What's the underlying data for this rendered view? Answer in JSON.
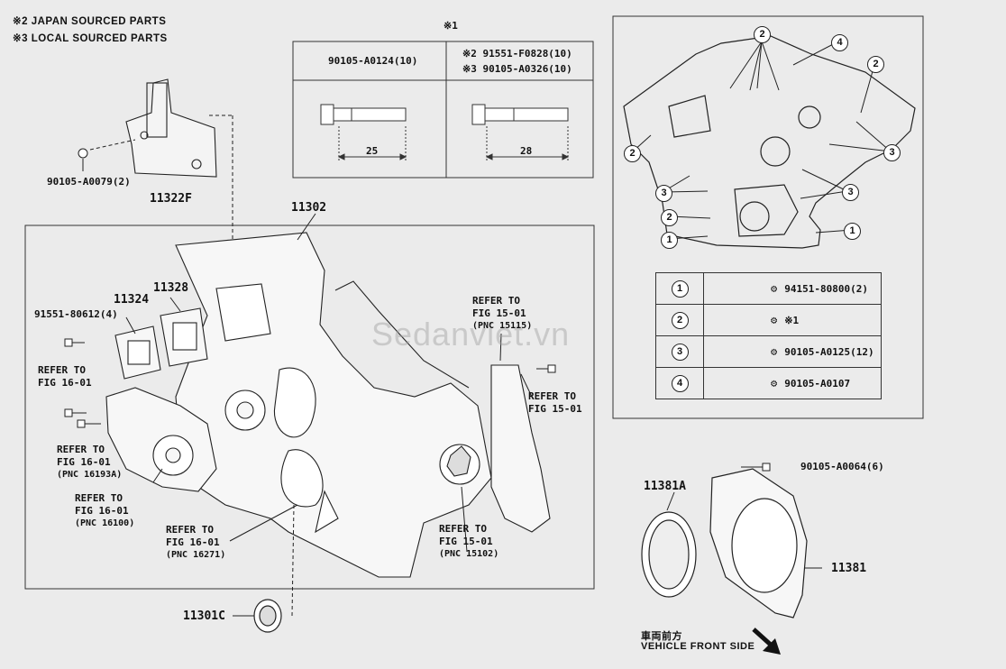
{
  "notes": [
    "※2 JAPAN SOURCED PARTS",
    "※3 LOCAL SOURCED PARTS"
  ],
  "bolt_table": {
    "marker": "※1",
    "col1_part": "90105-A0124(10)",
    "col2_part_a": "※2 91551-F0828(10)",
    "col2_part_b": "※3 90105-A0326(10)",
    "col1_length": "25",
    "col2_length": "28"
  },
  "parts": {
    "bracket_bolt": "90105-A0079(2)",
    "bracket": "11322F",
    "timing_cover": "11302",
    "bolt_left": "91551-80612(4)",
    "gasket_a": "11324",
    "gasket_b": "11328",
    "seal_front": "11301C",
    "oil_seal": "11381A",
    "rear_retainer": "11381",
    "rear_bolt": "90105-A0064(6)"
  },
  "refs": [
    {
      "line1": "REFER TO",
      "line2": "FIG 16-01",
      "line3": ""
    },
    {
      "line1": "REFER TO",
      "line2": "FIG 16-01",
      "line3": "(PNC 16193A)"
    },
    {
      "line1": "REFER TO",
      "line2": "FIG 16-01",
      "line3": "(PNC 16100)"
    },
    {
      "line1": "REFER TO",
      "line2": "FIG 16-01",
      "line3": "(PNC 16271)"
    },
    {
      "line1": "REFER TO",
      "line2": "FIG 15-01",
      "line3": "(PNC 15115)"
    },
    {
      "line1": "REFER TO",
      "line2": "FIG 15-01",
      "line3": ""
    },
    {
      "line1": "REFER TO",
      "line2": "FIG 15-01",
      "line3": "(PNC 15102)"
    }
  ],
  "legend": [
    {
      "num": "1",
      "part": "94151-80800(2)"
    },
    {
      "num": "2",
      "part": "※1"
    },
    {
      "num": "3",
      "part": "90105-A0125(12)"
    },
    {
      "num": "4",
      "part": "90105-A0107"
    }
  ],
  "front_label_jp": "車両前方",
  "front_label_en": "VEHICLE FRONT SIDE",
  "watermark": "Sedanviet.vn"
}
